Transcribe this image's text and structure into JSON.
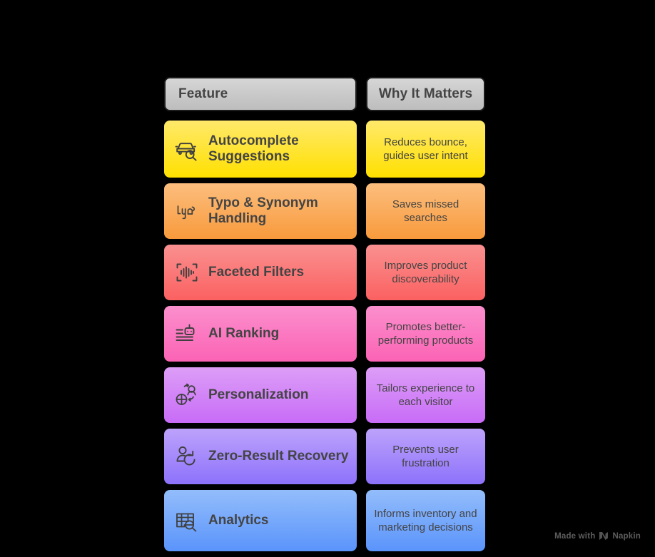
{
  "canvas": {
    "background": "#000000"
  },
  "table": {
    "columns": [
      {
        "key": "feature",
        "label": "Feature"
      },
      {
        "key": "matters",
        "label": "Why It Matters"
      }
    ],
    "header_style": {
      "gradient_top": "#d6d6d6",
      "gradient_bottom": "#bdbdbd",
      "border": "#1c1c1c",
      "text_color": "#444444"
    },
    "rows": [
      {
        "feature": "Autocomplete Suggestions",
        "matters": "Reduces bounce, guides user intent",
        "icon": "car-search-icon",
        "gradient_top": "#ffe96b",
        "gradient_bottom": "#ffe000"
      },
      {
        "feature": "Typo & Synonym Handling",
        "matters": "Saves missed searches",
        "icon": "spelling-glyphs-icon",
        "gradient_top": "#fcbe7e",
        "gradient_bottom": "#f89a3c"
      },
      {
        "feature": "Faceted Filters",
        "matters": "Improves product discoverability",
        "icon": "waveform-scan-icon",
        "gradient_top": "#fa9090",
        "gradient_bottom": "#fb6161"
      },
      {
        "feature": "AI Ranking",
        "matters": "Promotes better-performing products",
        "icon": "robot-list-icon",
        "gradient_top": "#fb8fcd",
        "gradient_bottom": "#fb63b4"
      },
      {
        "feature": "Personalization",
        "matters": "Tailors experience to each visitor",
        "icon": "globe-person-icon",
        "gradient_top": "#dd9ef7",
        "gradient_bottom": "#c86cf7"
      },
      {
        "feature": "Zero-Result Recovery",
        "matters": "Prevents user frustration",
        "icon": "person-refresh-icon",
        "gradient_top": "#bda2fb",
        "gradient_bottom": "#8d72fb"
      },
      {
        "feature": "Analytics",
        "matters": "Informs inventory and marketing decisions",
        "icon": "table-search-icon",
        "gradient_top": "#93bdfb",
        "gradient_bottom": "#5a94fb"
      }
    ]
  },
  "watermark": {
    "text": "Made with",
    "brand": "Napkin",
    "icon": "napkin-logo-icon",
    "color": "#cccccc"
  }
}
